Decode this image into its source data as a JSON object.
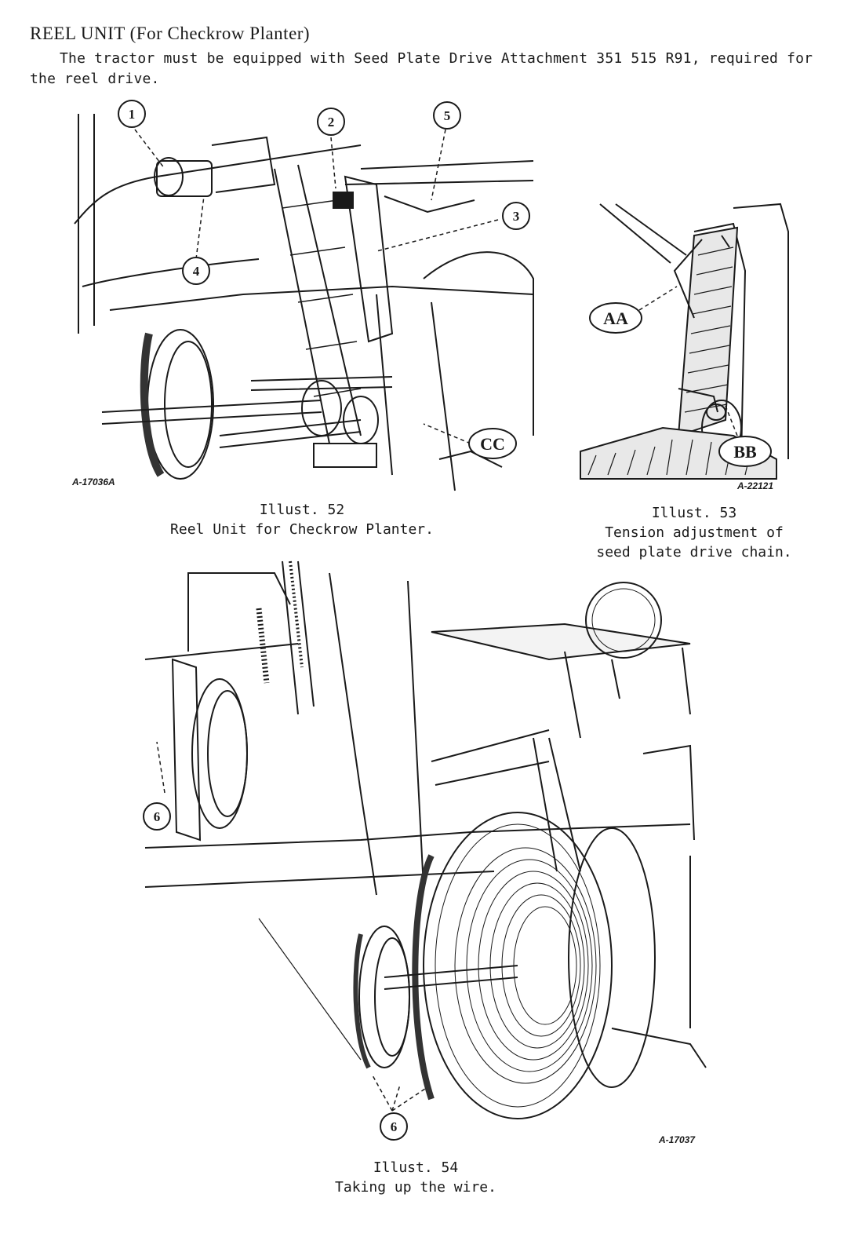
{
  "section": {
    "heading": "REEL UNIT (For Checkrow Planter)",
    "intro": "The tractor must be equipped with Seed Plate Drive Attachment 351 515 R91, required for the reel drive."
  },
  "figures": [
    {
      "code": "A-17036A",
      "caption_title": "Illust. 52",
      "caption_text": "Reel Unit for Checkrow Planter.",
      "callouts": [
        "1",
        "2",
        "5",
        "3",
        "4",
        "CC"
      ]
    },
    {
      "code": "A-22121",
      "caption_title": "Illust. 53",
      "caption_line1": "Tension adjustment of",
      "caption_line2": "seed plate drive chain.",
      "callouts": [
        "AA",
        "BB"
      ]
    },
    {
      "code": "A-17037",
      "caption_title": "Illust. 54",
      "caption_text": "Taking up the wire.",
      "callouts": [
        "6",
        "6"
      ]
    }
  ]
}
